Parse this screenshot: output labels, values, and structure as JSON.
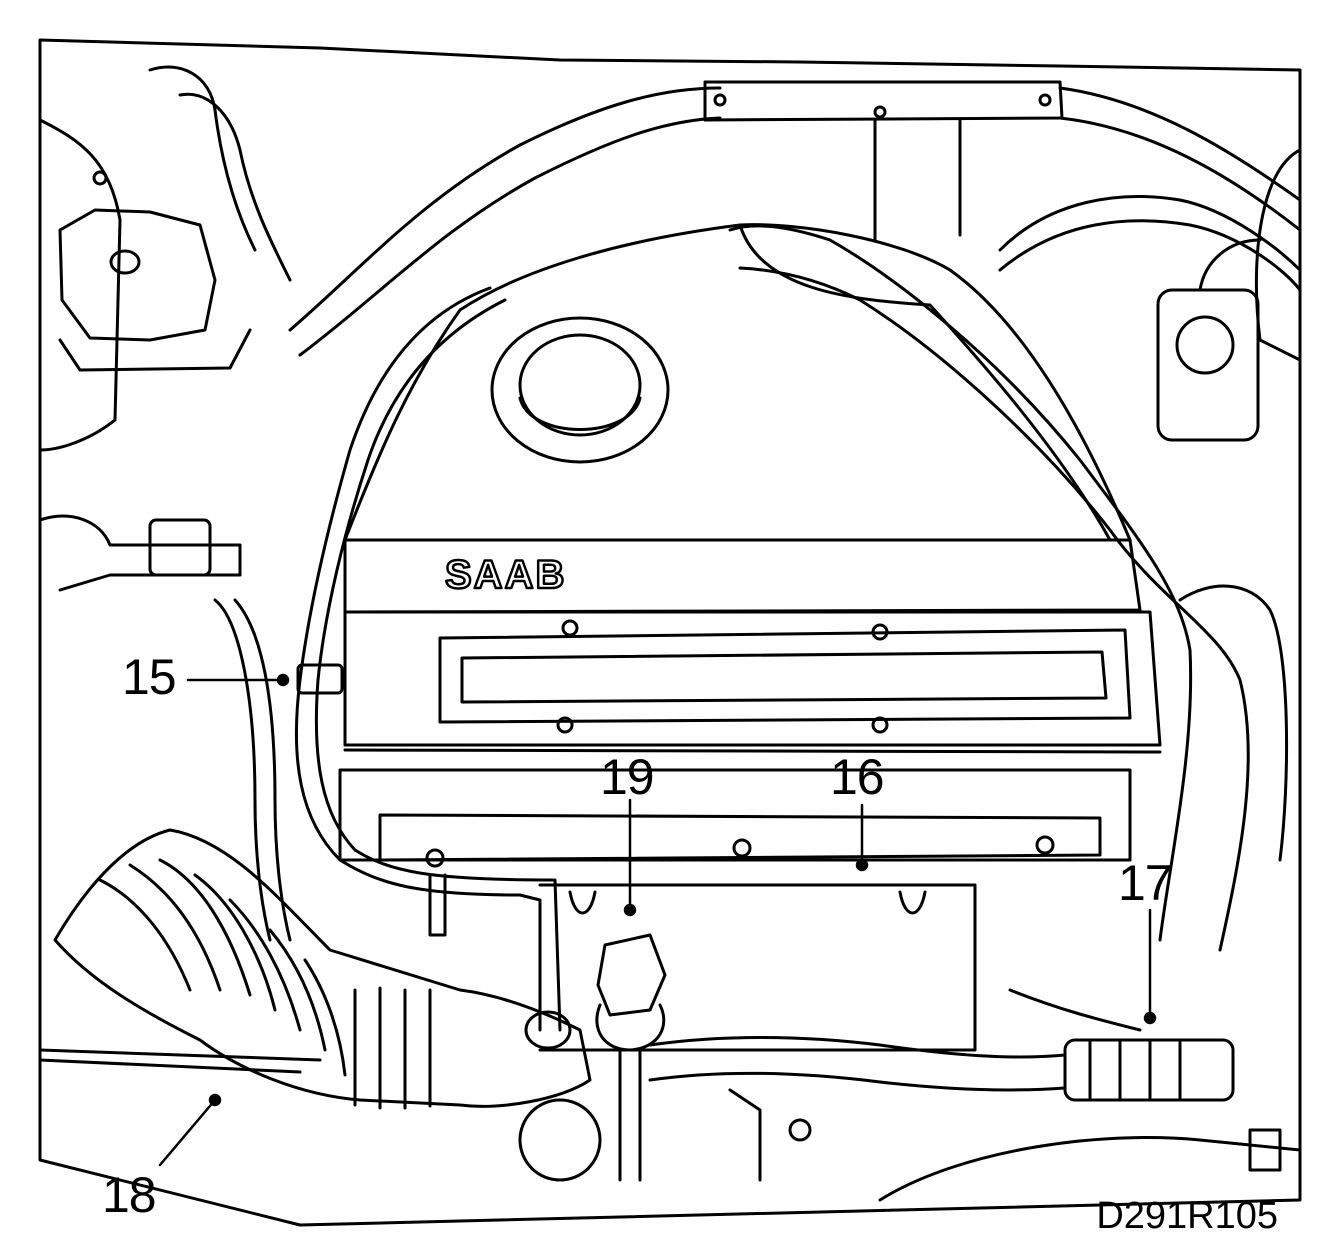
{
  "figure_code": "D291R105",
  "brand_text": "SAAB",
  "callouts": [
    {
      "id": "15",
      "label": "15"
    },
    {
      "id": "16",
      "label": "16"
    },
    {
      "id": "17",
      "label": "17"
    },
    {
      "id": "18",
      "label": "18"
    },
    {
      "id": "19",
      "label": "19"
    }
  ],
  "colors": {
    "ink": "#000000",
    "paper": "#ffffff"
  }
}
